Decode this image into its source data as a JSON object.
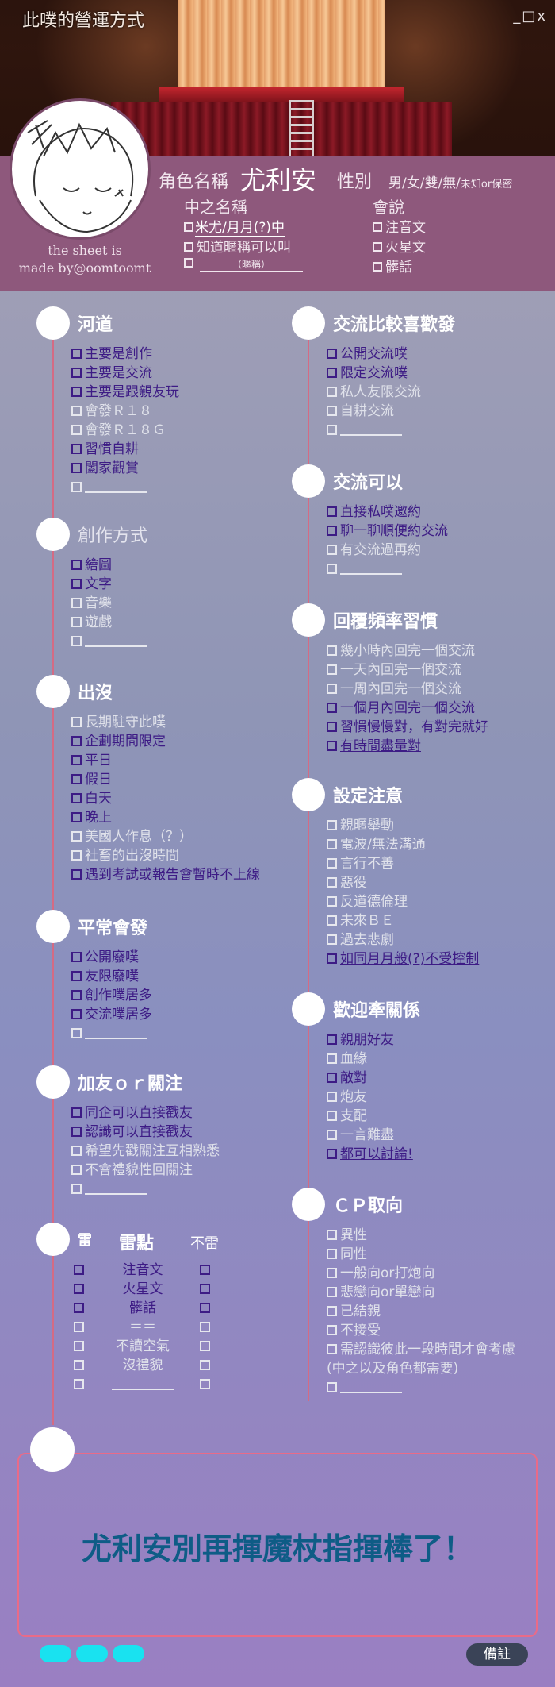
{
  "window": {
    "title": "此噗的營運方式",
    "controls": "_□x"
  },
  "profile": {
    "credit_line1": "the sheet is",
    "credit_line2": "made by@oomtoomt",
    "role_label": "角色名稱",
    "role_name": "尤利安",
    "gender_label": "性別",
    "gender_options": "男/女/雙/無/",
    "gender_extra": "未知or保密",
    "cn_name_label": "中之名稱",
    "cn_name_value": "米尤/月月(?)中",
    "cn_know": "知道暱稱可以叫",
    "cn_nick_hint": "（暱稱）",
    "lang_label": "會說",
    "langs": [
      "注音文",
      "火星文",
      "髒話"
    ]
  },
  "left": [
    {
      "title": "河道",
      "items": [
        {
          "t": "主要是創作",
          "on": true
        },
        {
          "t": "主要是交流",
          "on": true
        },
        {
          "t": "主要是跟親友玩",
          "on": true
        },
        {
          "t": "會發Ｒ１８",
          "on": false
        },
        {
          "t": "會發Ｒ１８Ｇ",
          "on": false
        },
        {
          "t": "習慣自耕",
          "on": true
        },
        {
          "t": "闔家觀賞",
          "on": true
        },
        {
          "t": "",
          "on": false,
          "blank": true
        }
      ]
    },
    {
      "title": "創作方式",
      "dim": true,
      "items": [
        {
          "t": "繪圖",
          "on": true
        },
        {
          "t": "文字",
          "on": true
        },
        {
          "t": "音樂",
          "on": false
        },
        {
          "t": "遊戲",
          "on": false
        },
        {
          "t": "",
          "on": false,
          "blank": true
        }
      ]
    },
    {
      "title": "出沒",
      "items": [
        {
          "t": "長期駐守此噗",
          "on": false
        },
        {
          "t": "企劃期間限定",
          "on": true
        },
        {
          "t": "平日",
          "on": true
        },
        {
          "t": "假日",
          "on": true
        },
        {
          "t": "白天",
          "on": true
        },
        {
          "t": "晚上",
          "on": true
        },
        {
          "t": "美國人作息（？）",
          "on": false
        },
        {
          "t": "社畜的出沒時間",
          "on": false
        },
        {
          "t": "遇到考試或報告會暫時不上線",
          "on": true
        }
      ]
    },
    {
      "title": "平常會發",
      "items": [
        {
          "t": "公開廢噗",
          "on": true
        },
        {
          "t": "友限廢噗",
          "on": true
        },
        {
          "t": "創作噗居多",
          "on": true
        },
        {
          "t": "交流噗居多",
          "on": true
        },
        {
          "t": "",
          "on": false,
          "blank": true
        }
      ]
    },
    {
      "title": "加友ｏｒ關注",
      "items": [
        {
          "t": "同企可以直接戳友",
          "on": true
        },
        {
          "t": "認識可以直接戳友",
          "on": true
        },
        {
          "t": "希望先戳關注互相熟悉",
          "on": false
        },
        {
          "t": "不會禮貌性回關注",
          "on": false
        },
        {
          "t": "",
          "on": false,
          "blank": true
        }
      ]
    }
  ],
  "mines": {
    "title_left": "雷",
    "title_mid": "雷點",
    "title_right": "不雷",
    "rows": [
      {
        "t": "注音文",
        "on": true
      },
      {
        "t": "火星文",
        "on": true
      },
      {
        "t": "髒話",
        "on": true
      },
      {
        "t": "＝＝",
        "on": false
      },
      {
        "t": "不讀空氣",
        "on": false
      },
      {
        "t": "沒禮貌",
        "on": false
      },
      {
        "t": "",
        "on": false,
        "blank": true
      }
    ]
  },
  "right": [
    {
      "title": "交流比較喜歡發",
      "items": [
        {
          "t": "公開交流噗",
          "on": true
        },
        {
          "t": "限定交流噗",
          "on": true
        },
        {
          "t": "私人友限交流",
          "on": false
        },
        {
          "t": "自耕交流",
          "on": false
        },
        {
          "t": "",
          "on": false,
          "blank": true
        }
      ]
    },
    {
      "title": "交流可以",
      "items": [
        {
          "t": "直接私噗邀約",
          "on": true
        },
        {
          "t": "聊一聊順便約交流",
          "on": true
        },
        {
          "t": "有交流過再約",
          "on": false
        },
        {
          "t": "",
          "on": false,
          "blank": true
        }
      ]
    },
    {
      "title": "回覆頻率習慣",
      "items": [
        {
          "t": "幾小時內回完一個交流",
          "on": false
        },
        {
          "t": "一天內回完一個交流",
          "on": false
        },
        {
          "t": "一周內回完一個交流",
          "on": false
        },
        {
          "t": "一個月內回完一個交流",
          "on": true
        },
        {
          "t": "習慣慢慢對，有對完就好",
          "on": true
        },
        {
          "t": "有時間盡量對",
          "on": true,
          "ul": true
        }
      ]
    },
    {
      "title": "設定注意",
      "items": [
        {
          "t": "親暱舉動",
          "on": false
        },
        {
          "t": "電波/無法溝通",
          "on": false
        },
        {
          "t": "言行不善",
          "on": false
        },
        {
          "t": "惡役",
          "on": false
        },
        {
          "t": "反道德倫理",
          "on": false
        },
        {
          "t": "未來ＢＥ",
          "on": false
        },
        {
          "t": "過去悲劇",
          "on": false
        },
        {
          "t": "如同月月般(?)不受控制",
          "on": true,
          "ul": true
        }
      ]
    },
    {
      "title": "歡迎牽關係",
      "items": [
        {
          "t": "親朋好友",
          "on": true
        },
        {
          "t": "血緣",
          "on": false
        },
        {
          "t": "敵對",
          "on": true
        },
        {
          "t": "炮友",
          "on": false
        },
        {
          "t": "支配",
          "on": false
        },
        {
          "t": "一言難盡",
          "on": false
        },
        {
          "t": "都可以討論!",
          "on": true,
          "ul": true
        }
      ]
    },
    {
      "title": "ＣＰ取向",
      "items": [
        {
          "t": "異性",
          "on": false
        },
        {
          "t": "同性",
          "on": false
        },
        {
          "t": "一般向or打炮向",
          "on": false
        },
        {
          "t": "悲戀向or單戀向",
          "on": false
        },
        {
          "t": "已結親",
          "on": false
        },
        {
          "t": "不接受",
          "on": false
        },
        {
          "t": "需認識彼此一段時間才會考慮",
          "on": false
        },
        {
          "t": "(中之以及角色都需要)",
          "on": false,
          "nobox": true
        },
        {
          "t": "",
          "on": false,
          "blank": true
        }
      ]
    }
  ],
  "note": {
    "text": "尤利安別再揮魔杖指揮棒了！"
  },
  "footer": {
    "memo": "備註"
  }
}
